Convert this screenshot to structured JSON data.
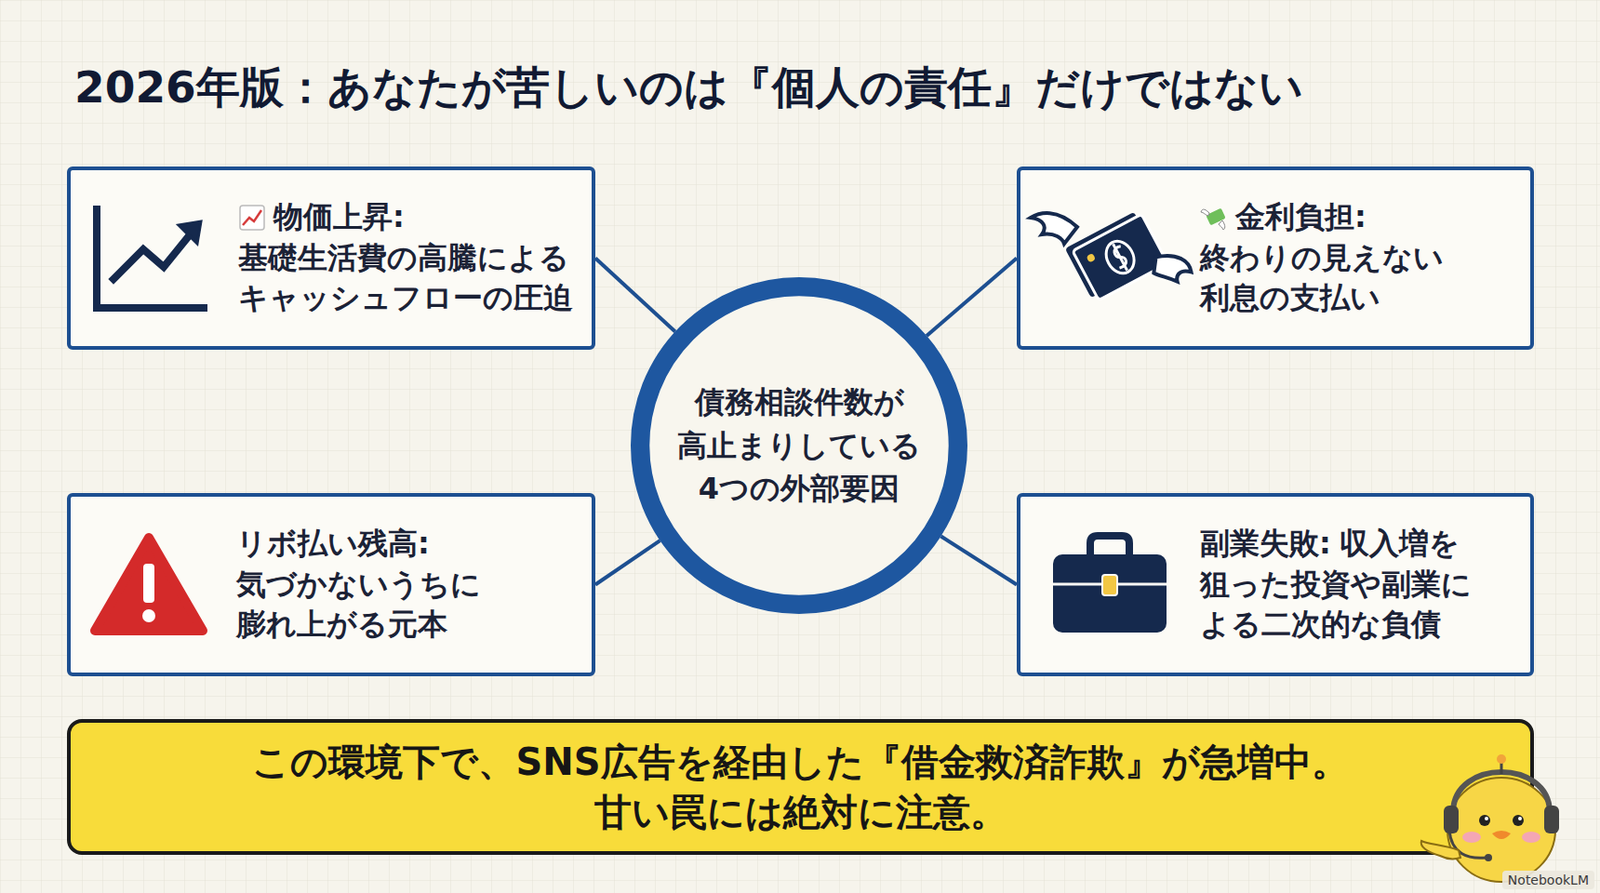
{
  "diagram": {
    "title": "2026年版：あなたが苦しいのは『個人の責任』だけではない",
    "nodes": [
      {
        "text": [
          "物価上昇:",
          "基礎生活費の高騰による キャッシュフローの圧迫"
        ]
      },
      {
        "text": [
          "金利負担:",
          "終わりの見えない 利息の支払い"
        ]
      },
      {
        "text": [
          "債務相談件数が 高止まりしている 4つの外部要因"
        ]
      },
      {
        "text": [
          "リボ払い残高:",
          "気づかないうちに 膨れ上がる元本"
        ]
      },
      {
        "text": [
          "副業失敗:",
          "収入増を 狙った投資や副業に よる二次的な負債"
        ]
      },
      {
        "text": [
          "この環境下で、SNS広告を経由した『借金救済詐欺』が急増中。 甘い罠には絶対に注意。"
        ]
      }
    ],
    "edges": [
      {
        "from": 2,
        "to": 0,
        "arrow": "none"
      },
      {
        "from": 2,
        "to": 1,
        "arrow": "none"
      },
      {
        "from": 2,
        "to": 3,
        "arrow": "none"
      },
      {
        "from": 2,
        "to": 4,
        "arrow": "none"
      }
    ],
    "labels": [
      "NotebookLM"
    ]
  }
}
